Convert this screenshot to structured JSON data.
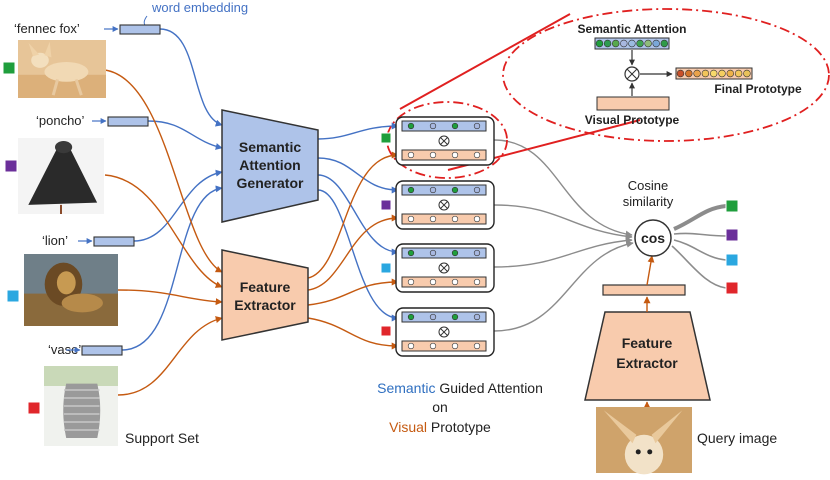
{
  "labels": {
    "word_embedding": "word embedding",
    "semantic_attention_generator": [
      "Semantic",
      "Attention",
      "Generator"
    ],
    "feature_extractor": [
      "Feature",
      "Extractor"
    ],
    "support_set": "Support Set",
    "query_image": "Query image",
    "cosine_similarity": [
      "Cosine",
      "similarity"
    ],
    "cos": "cos",
    "semantic_attention": "Semantic Attention",
    "final_prototype": "Final Prototype",
    "visual_prototype": "Visual Prototype",
    "caption": {
      "semantic": "Semantic",
      "guided_attention": " Guided Attention",
      "on": "on",
      "visual": "Visual",
      "prototype": " Prototype"
    }
  },
  "classes": [
    {
      "word": "‘fennec fox’",
      "color": "#1f9e3c",
      "image": "fennec-fox-photo"
    },
    {
      "word": "‘poncho’",
      "color": "#6b2f9a",
      "image": "poncho-photo"
    },
    {
      "word": "‘lion’",
      "color": "#2aa7e0",
      "image": "lion-photo"
    },
    {
      "word": "‘vase’",
      "color": "#e0262b",
      "image": "vase-photo"
    }
  ],
  "colors": {
    "blue_box": "#aec3e9",
    "orange_box": "#f8cbad",
    "blue_line": "#4472c4",
    "orange_line": "#c55a11",
    "red_dash": "#e02020",
    "gray_line": "#8c8c8c"
  },
  "attention_dots": [
    "#1f9e3c",
    "#2e9c51",
    "#57a94d",
    "#a8b8e0",
    "#9bbbe0",
    "#3fa354",
    "#8fbc7a",
    "#7aa7d8",
    "#2f9a49"
  ],
  "final_dots": [
    "#c8502a",
    "#d4742a",
    "#e9a24a",
    "#f2c55a",
    "#f7d96b",
    "#f5ce60",
    "#eeb24a",
    "#f3c75c",
    "#e8c15a"
  ]
}
